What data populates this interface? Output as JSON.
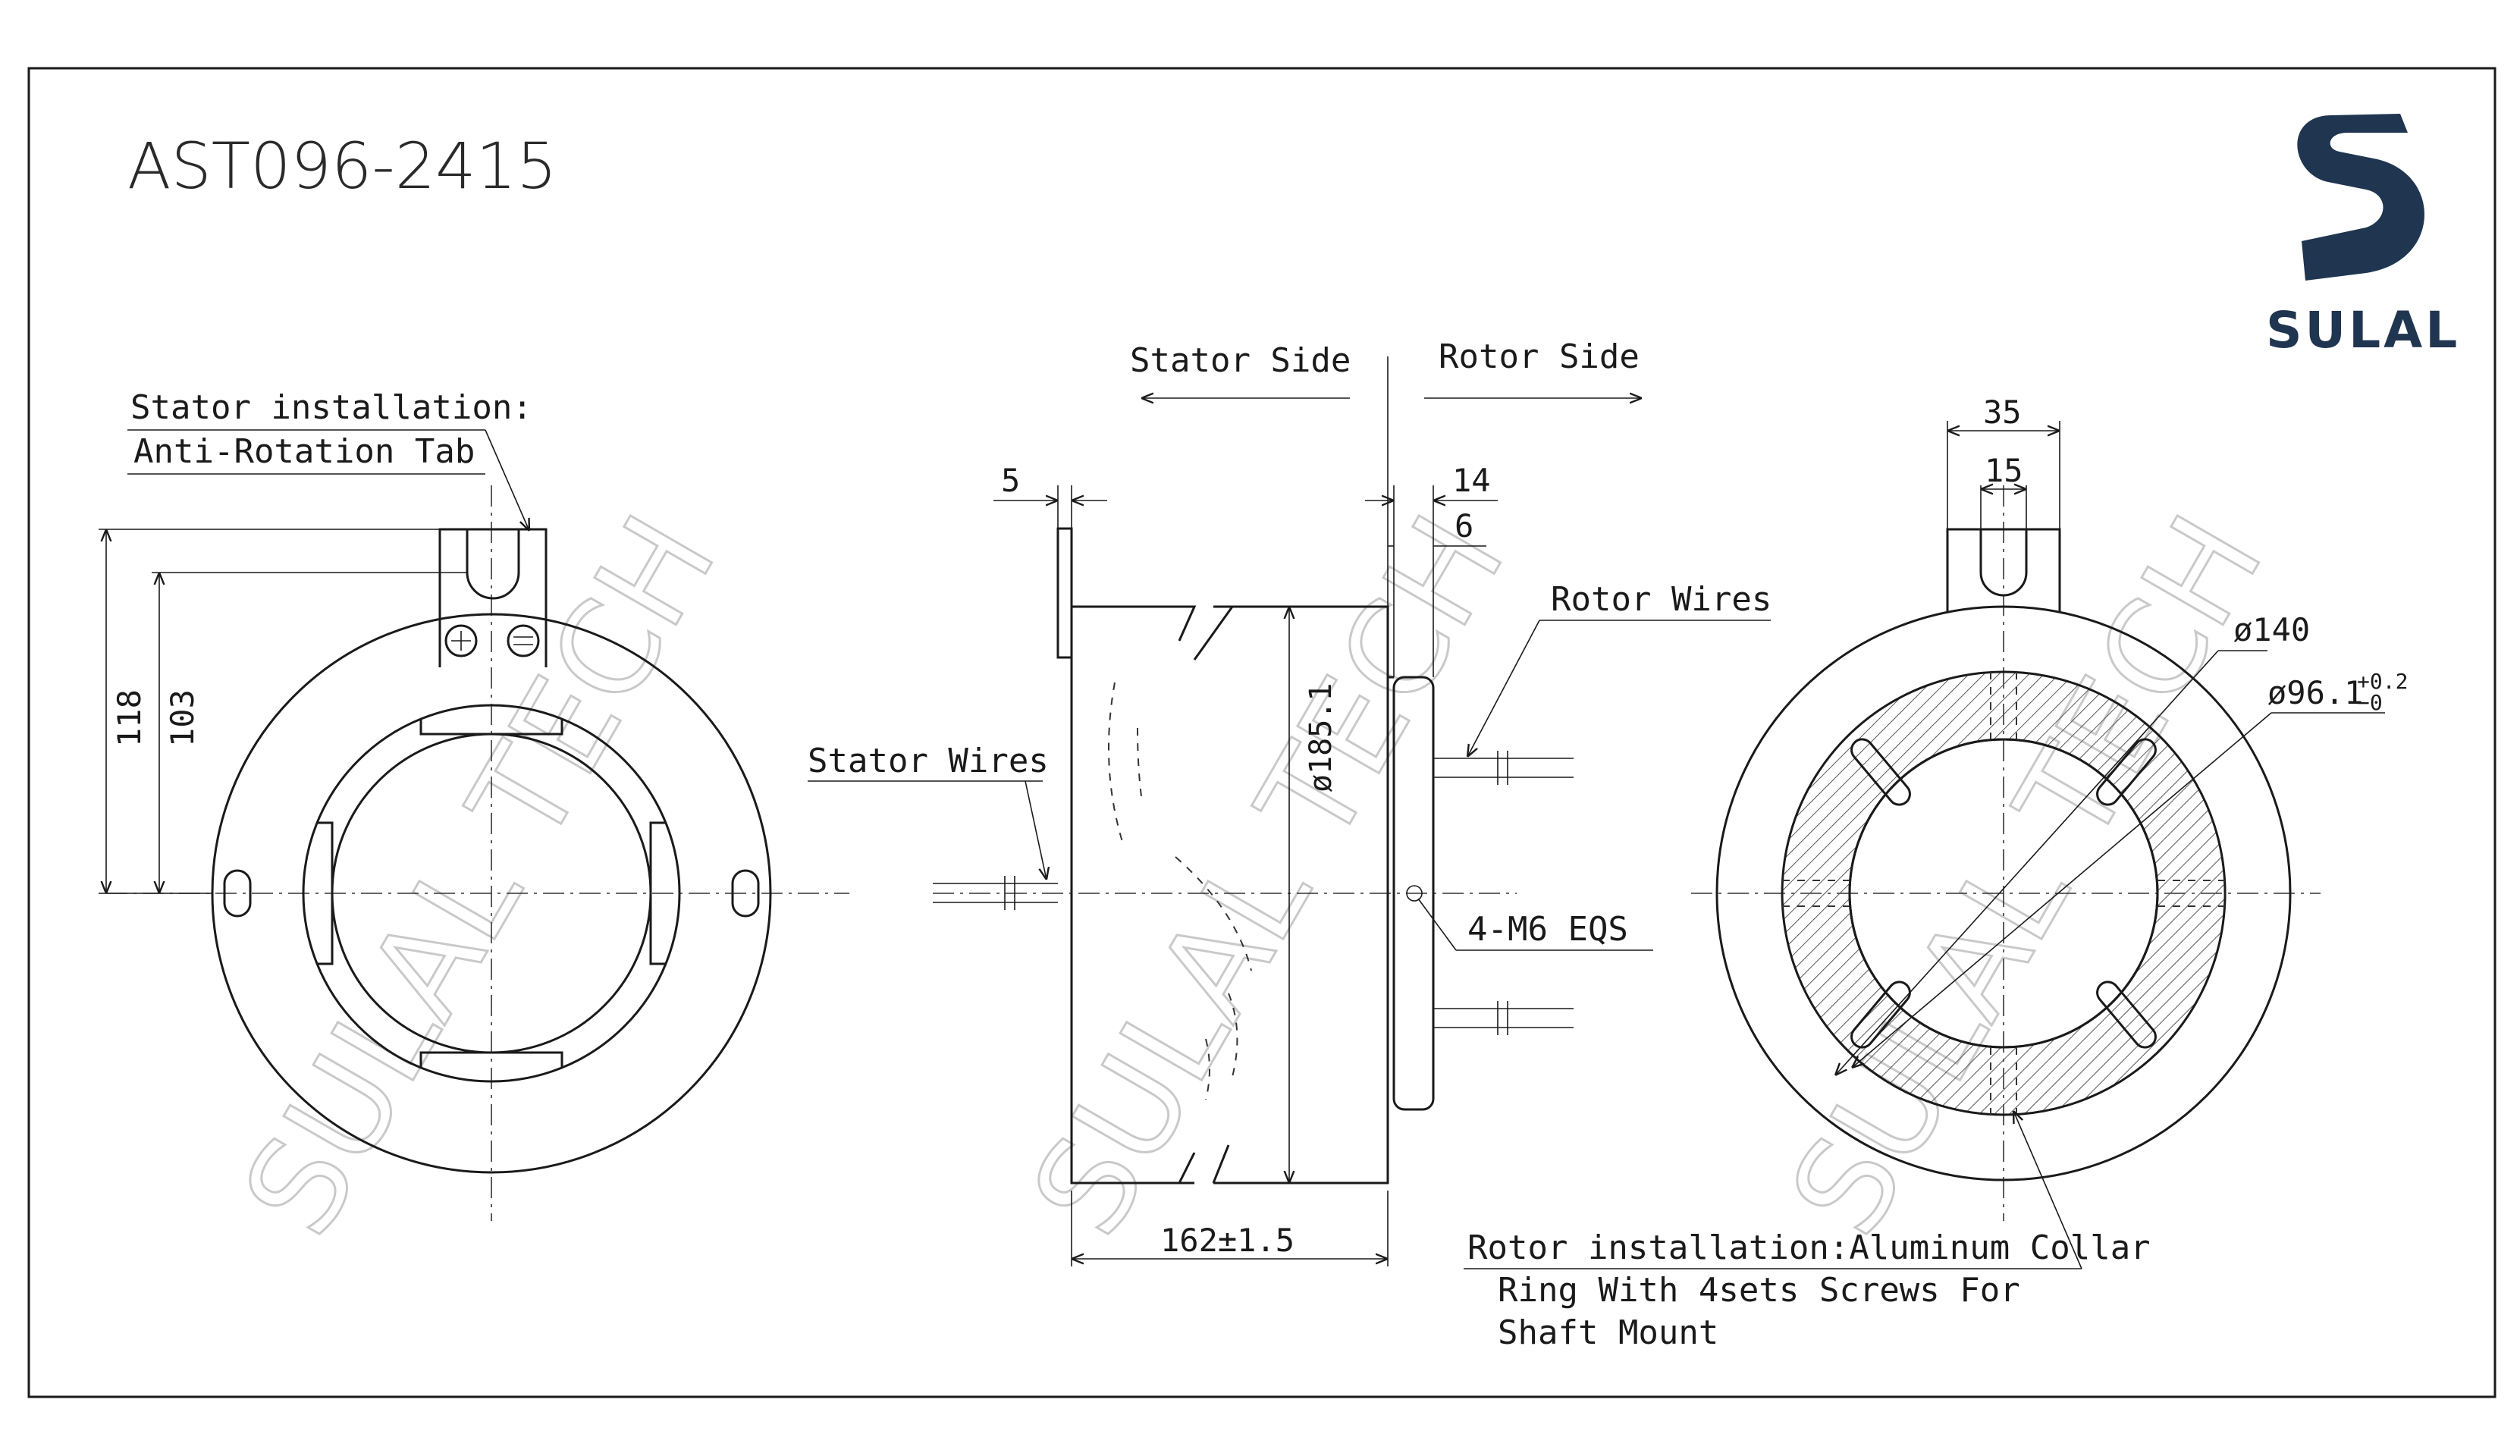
{
  "drawing": {
    "model": "AST096-2415",
    "brand": "SULAL",
    "watermark": "SULAL TECH",
    "colors": {
      "line": "#1a1a1a",
      "brand": "#1f3550",
      "watermark": "#c9c9c9",
      "hatch": "#555555"
    }
  },
  "left_view": {
    "callout_line1": "Stator installation:",
    "callout_line2": "Anti-Rotation Tab",
    "dim_overall": "118",
    "dim_tab": "103"
  },
  "side_view": {
    "stator_side": "Stator Side",
    "rotor_side": "Rotor Side",
    "dim_flange": "5",
    "dim_14": "14",
    "dim_6": "6",
    "dim_diameter": "ø185.1",
    "dim_length": "162±1.5",
    "rotor_wires": "Rotor Wires",
    "stator_wires": "Stator Wires",
    "screw_note": "4-M6 EQS"
  },
  "right_view": {
    "dim_35": "35",
    "dim_15": "15",
    "dim_140": "ø140",
    "dim_bore": "ø96.1",
    "tol_upper": "+0.2",
    "tol_lower": "−0",
    "callout_line1": "Rotor installation:Aluminum Collar",
    "callout_line2": "Ring With 4sets Screws For",
    "callout_line3": "Shaft Mount"
  }
}
